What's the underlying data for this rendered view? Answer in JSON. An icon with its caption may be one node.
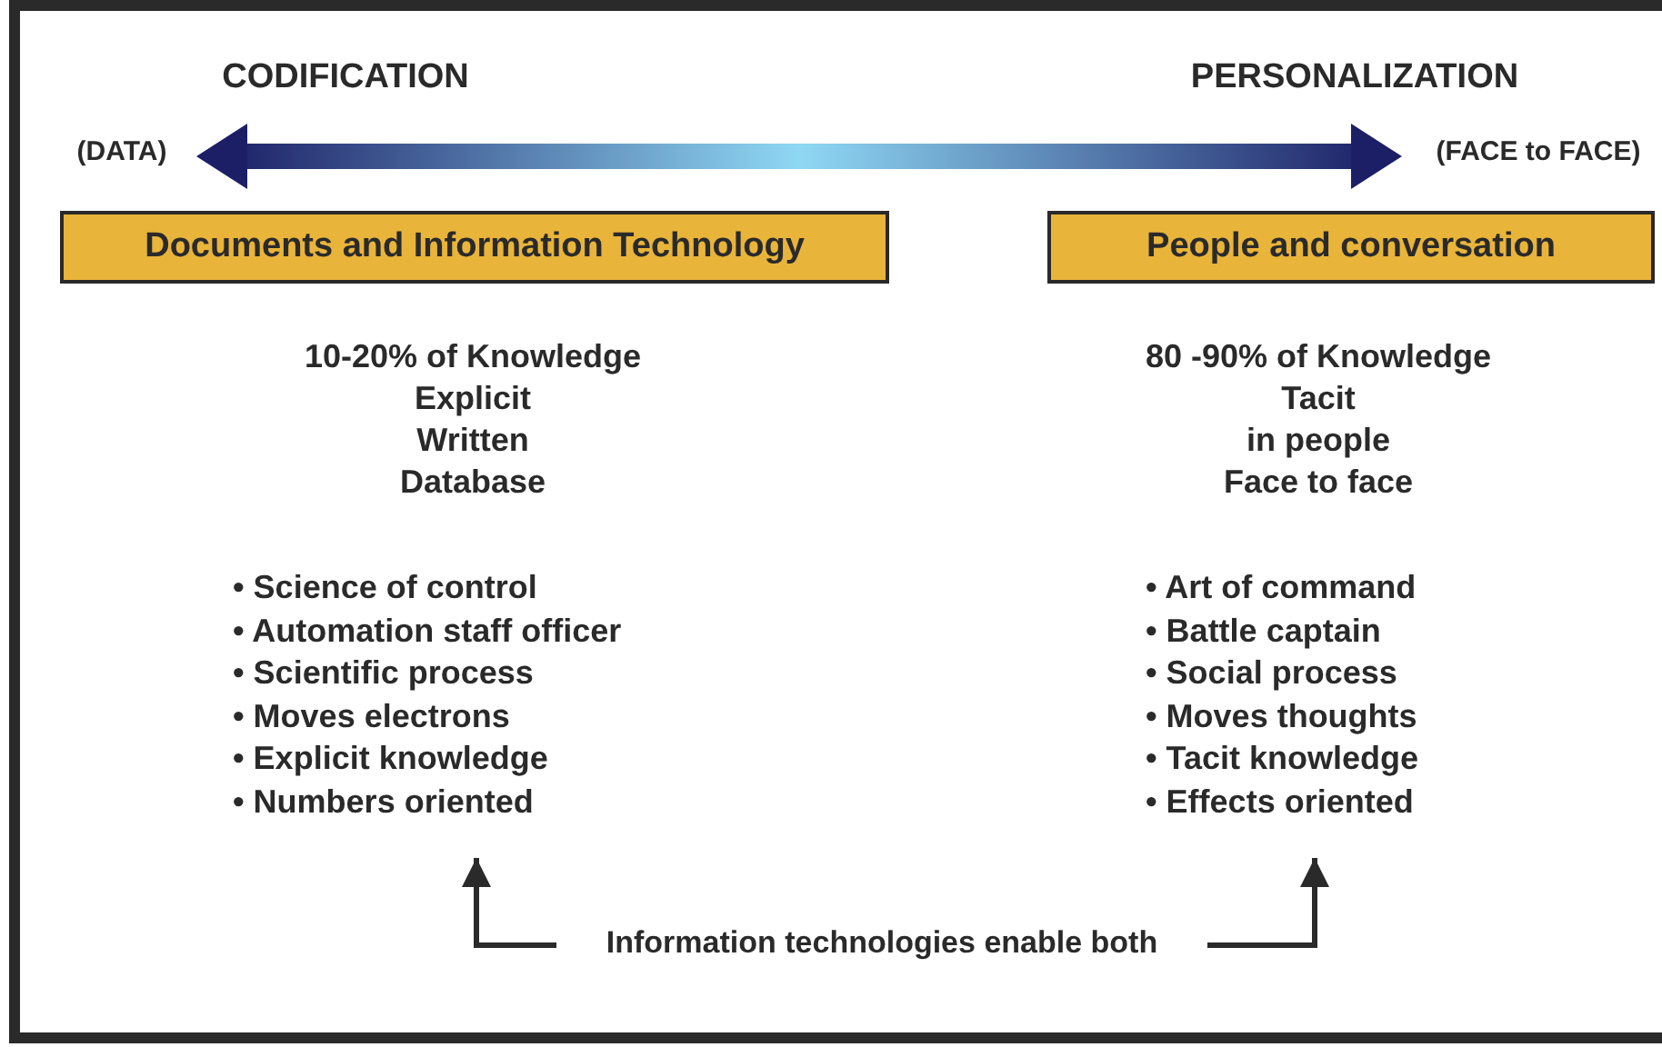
{
  "diagram": {
    "nodes": [
      {
        "text": [
          "(DATA)"
        ]
      },
      {
        "text": [
          "(FACE to FACE)"
        ]
      },
      {
        "text": [
          "Documents and Information Technology"
        ]
      },
      {
        "text": [
          "People and conversation"
        ]
      },
      {
        "text": [
          "• Science of control",
          "• Automation staff officer",
          "• Scientific process",
          "• Moves electrons",
          "• Explicit knowledge",
          "• Numbers oriented"
        ]
      },
      {
        "text": [
          "• Art of command",
          "• Battle captain",
          "• Social process",
          "• Moves thoughts",
          "• Tacit knowledge",
          "• Effects oriented"
        ]
      },
      {
        "text": [
          "Information technologies enable both"
        ]
      }
    ],
    "edges": [
      {
        "from": 0,
        "to": 1,
        "arrow": "both",
        "style": "thick"
      },
      {
        "from": 6,
        "to": 4,
        "arrow": "to"
      },
      {
        "from": 6,
        "to": 5,
        "arrow": "to"
      }
    ],
    "labels": [
      "CODIFICATION",
      "PERSONALIZATION",
      "10-20% of Knowledge",
      "Explicit",
      "Written",
      "Database",
      "80 -90% of Knowledge",
      "Tacit",
      "in people",
      "Face to face"
    ]
  }
}
